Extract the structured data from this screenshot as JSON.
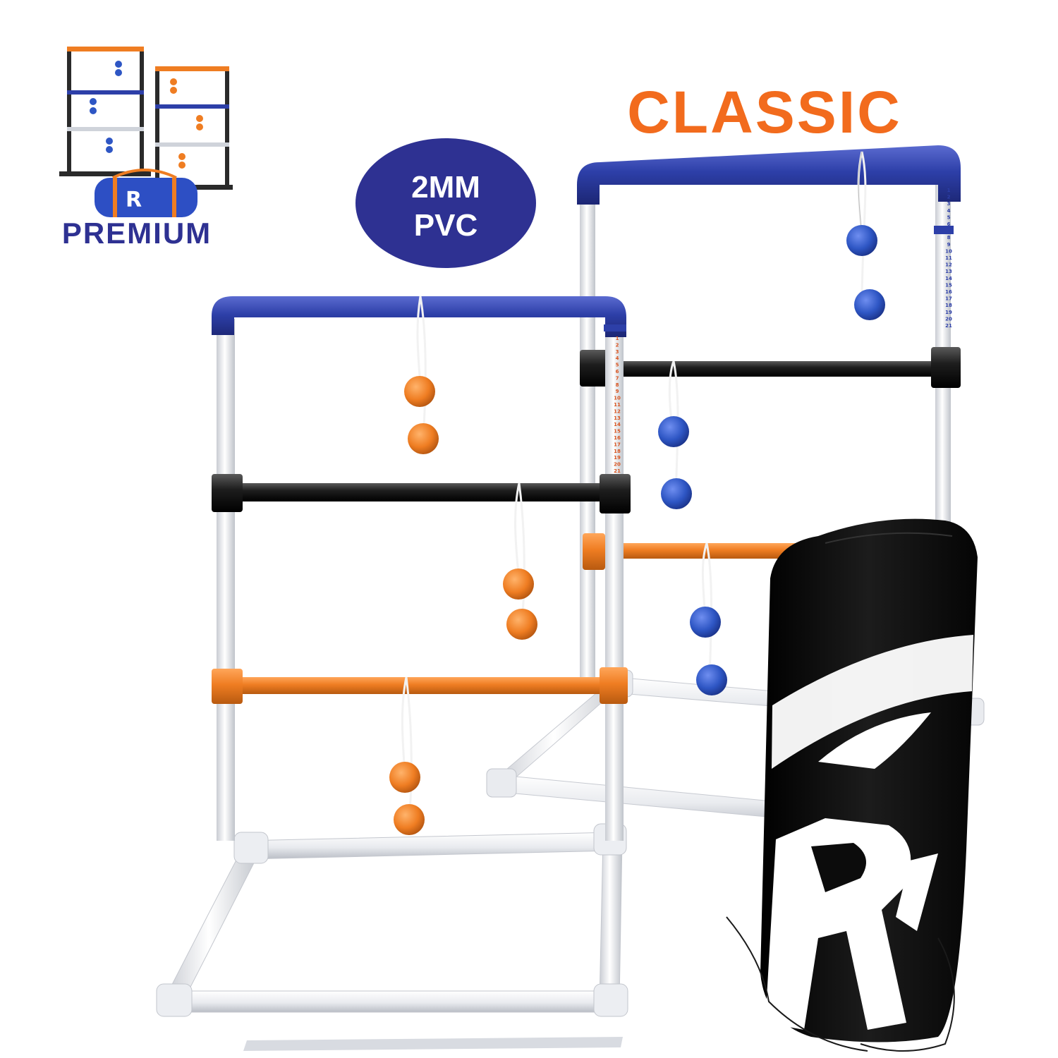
{
  "labels": {
    "classic": "CLASSIC",
    "premium": "PREMIUM",
    "badge_line1": "2MM",
    "badge_line2": "PVC"
  },
  "scoreboard_numbers": [
    "1",
    "2",
    "3",
    "4",
    "5",
    "6",
    "7",
    "8",
    "9",
    "10",
    "11",
    "12",
    "13",
    "14",
    "15",
    "16",
    "17",
    "18",
    "19",
    "20",
    "21"
  ],
  "colors": {
    "classic_text": "#f26b1d",
    "premium_text": "#2e3192",
    "badge_fill": "#2e3192",
    "rung_top": "#2d3fa8",
    "rung_middle": "#222222",
    "rung_bottom": "#ef7d22",
    "pipe": "#eef0f3",
    "ball_orange": "#ef7d22",
    "ball_blue": "#2e56c4",
    "bag": "#0c0c0c"
  }
}
